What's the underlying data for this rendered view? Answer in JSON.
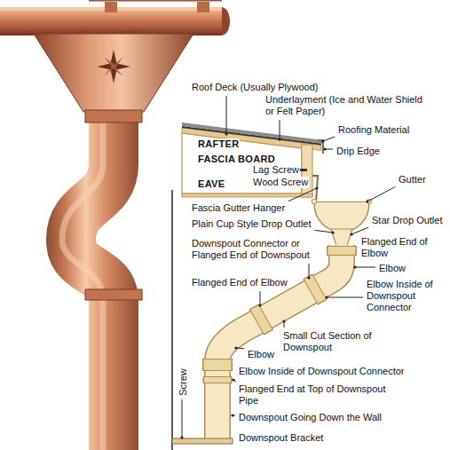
{
  "diagram": {
    "labels": [
      "Roof Deck (Usually Plywood)",
      "Underlayment (Ice and Water Shield or Felt Paper)",
      "RAFTER",
      "Roofing Material",
      "FASCIA BOARD",
      "Drip Edge",
      "Lag Screw",
      "Wood Screw",
      "Gutter",
      "EAVE",
      "Fascia Gutter Hanger",
      "Plain Cup Style Drop Outlet",
      "Star Drop Outlet",
      "Flanged End of Elbow",
      "Downspout Connector or Flanged End of Downspout",
      "Elbow",
      "Flanged End of Elbow",
      "Elbow Inside of Downspout Connector",
      "Small Cut Section of Downspout",
      "Elbow",
      "Elbow Inside of Downspout Connector",
      "Flanged End at Top of Downspout Pipe",
      "Downspout Going Down the Wall",
      "Screw",
      "Downspout Bracket"
    ]
  }
}
